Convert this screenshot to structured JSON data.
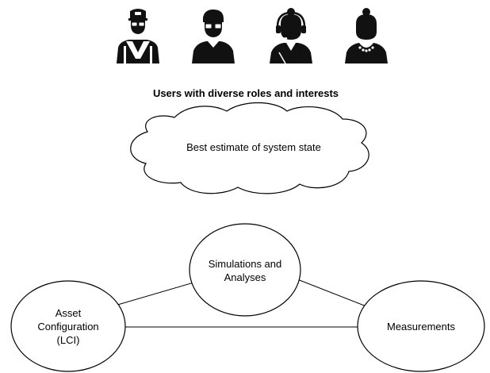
{
  "users": {
    "caption": "Users with diverse roles and interests",
    "icons": [
      "worker-icon",
      "man-with-glasses-icon",
      "support-agent-headset-icon",
      "woman-with-necklace-icon"
    ]
  },
  "cloud": {
    "label": "Best estimate of system state"
  },
  "nodes": {
    "simulations": {
      "label_line1": "Simulations and",
      "label_line2": "Analyses"
    },
    "asset": {
      "label_line1": "Asset",
      "label_line2": "Configuration",
      "label_line3": "(LCI)"
    },
    "measurements": {
      "label": "Measurements"
    }
  },
  "colors": {
    "stroke": "#000000",
    "fill": "#ffffff",
    "icon": "#111111"
  }
}
